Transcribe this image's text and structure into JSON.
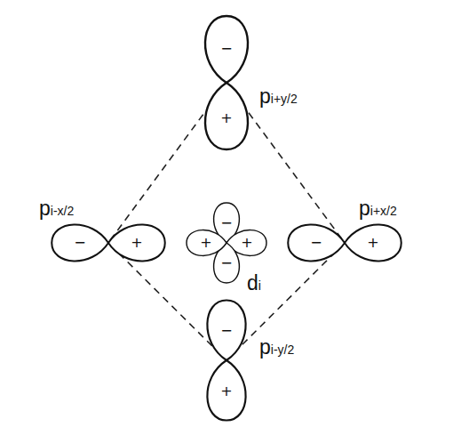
{
  "diagram": {
    "labels": [
      "−",
      "pi+y/2",
      "+",
      "pi-x/2",
      "pi+x/2",
      "−",
      "−",
      "+",
      "+",
      "+",
      "−",
      "+",
      "−",
      "di",
      "−",
      "pi-y/2",
      "+"
    ]
  }
}
